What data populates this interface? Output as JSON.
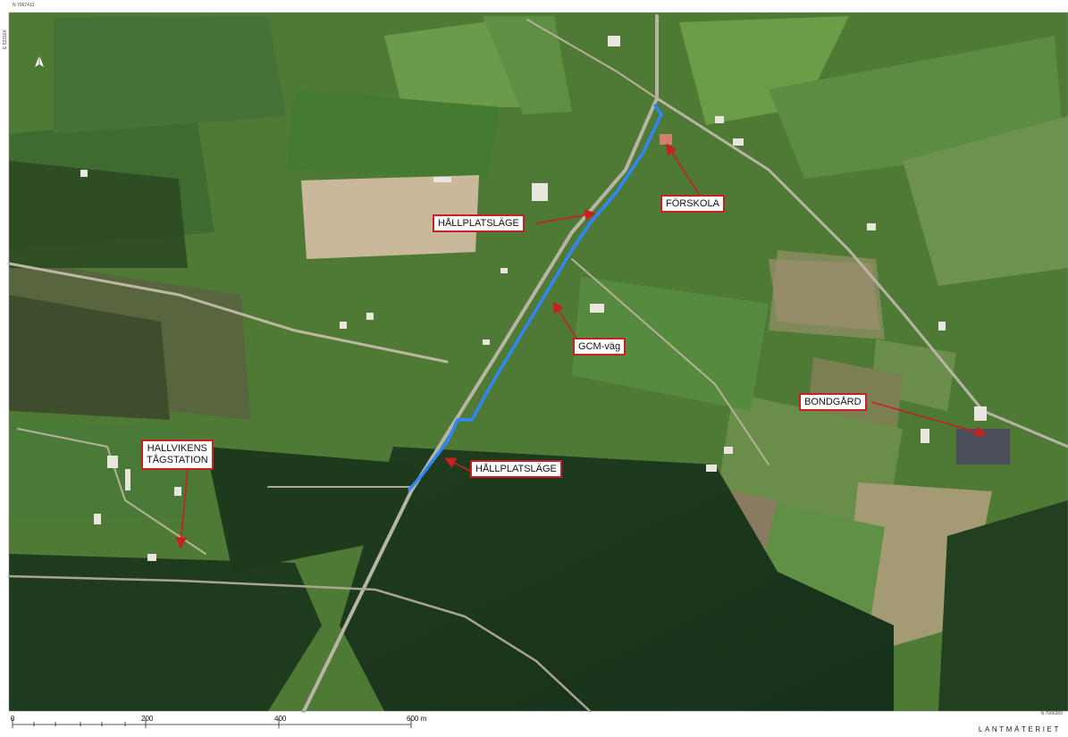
{
  "map": {
    "coord_top_left": "N 7067413",
    "coord_side": "E 533164",
    "coord_bottom_right": "N 7066360",
    "north_arrow": "north-arrow-icon",
    "scale_ticks": [
      "0",
      "200",
      "400",
      "600 m"
    ],
    "provider": "LANTMÄTERIET",
    "route_color": "#2f86ff",
    "annotation_color": "#c8201e"
  },
  "labels": {
    "forskola": "FÖRSKOLA",
    "hallplats_north": "HÅLLPLATSLÄGE",
    "hallplats_south": "HÅLLPLATSLÄGE",
    "gcm": "GCM-väg",
    "bondgard": "BONDGÅRD",
    "station_line1": "HALLVIKENS",
    "station_line2": "TÅGSTATION"
  }
}
